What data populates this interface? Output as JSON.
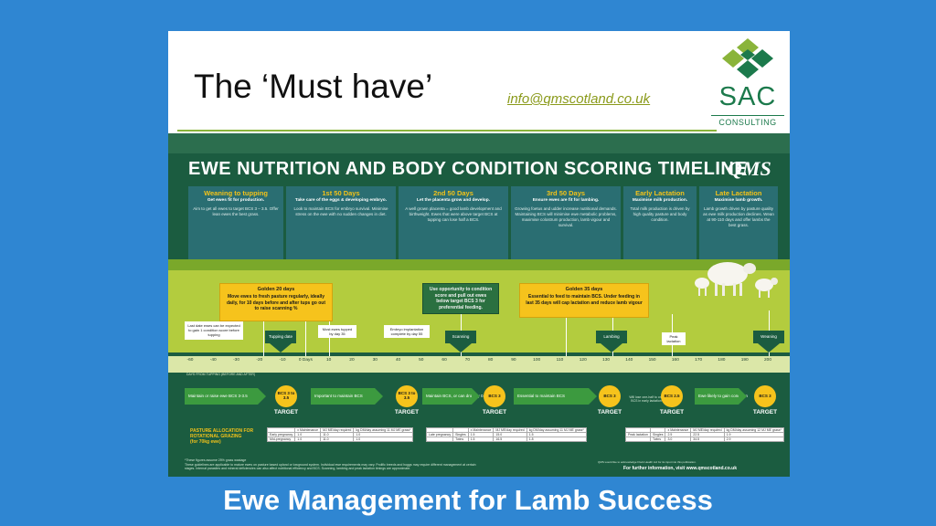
{
  "slide": {
    "title": "The ‘Must have’",
    "email": "info@qmscotland.co.uk",
    "logo": {
      "text": "SAC",
      "subtext": "CONSULTING",
      "colors": [
        "#1c7a4c",
        "#8ab43a"
      ]
    }
  },
  "poster": {
    "title": "EWE NUTRITION AND BODY CONDITION SCORING TIMELINE",
    "brand": "QMS",
    "phases": [
      {
        "title": "Weaning to tupping",
        "sub": "Get ewes fit for production.",
        "body": "Aim to get all ewes to target BCS 3 – 3.5. Offer lean ewes the best grass."
      },
      {
        "title": "1st 50 Days",
        "sub": "Take care of the eggs & developing embryo.",
        "body": "Look to maintain BCS for embryo survival. Minimise stress on the ewe with no sudden changes in diet."
      },
      {
        "title": "2nd 50 Days",
        "sub": "Let the placenta grow and develop.",
        "body": "A well grown placenta = good lamb development and birthweight. Ewes that were above target BCS at tupping can lose half a BCS."
      },
      {
        "title": "3rd 50 Days",
        "sub": "Ensure ewes are fit for lambing.",
        "body": "Growing foetus and udder increase nutritional demands. Maintaining BCS will minimise ewe metabolic problems, maximise colostrum production, lamb vigour and survival."
      },
      {
        "title": "Early Lactation",
        "sub": "Maximise milk production.",
        "body": "Total milk production is driven by high quality pasture and body condition."
      },
      {
        "title": "Late Lactation",
        "sub": "Maximise lamb growth.",
        "body": "Lamb growth driven by pasture quality as ewe milk production declines. Wean at 90-110 days and offer lambs the best grass."
      }
    ],
    "callouts": {
      "golden20": {
        "title": "Golden 20 days",
        "body": "Move ewes to fresh pasture regularly, ideally daily, for 10 days before and after tups go out to raise scanning %"
      },
      "scanning_use": {
        "body": "Use opportunity to condition score and pull out ewes below target BCS 3 for preferential feeding."
      },
      "golden35": {
        "title": "Golden 35 days",
        "body": "Essential to feed to maintain BCS. Under feeding in last 35 days will cap lactation and reduce lamb vigour"
      }
    },
    "timeline_labels": {
      "last_date": "Last date ewes can be expected to gain 1 condition score before tupping",
      "most_tupped": "Most ewes tupped by day 35",
      "embryo": "Embryo implantation complete by day 55",
      "peak": "Peak lactation"
    },
    "timeline_markers": {
      "tupping": "Tupping date",
      "scanning": "Scanning",
      "lambing": "Lambing",
      "weaning": "Weaning"
    },
    "axis": {
      "ticks": [
        "-60",
        "-40",
        "-30",
        "-20",
        "-10",
        "0 Days",
        "10",
        "20",
        "30",
        "40",
        "50",
        "60",
        "70",
        "80",
        "90",
        "100",
        "110",
        "120",
        "130",
        "140",
        "150",
        "160",
        "170",
        "180",
        "190",
        "200"
      ],
      "note": "DAYS FROM TUPPING (BEFORE AND AFTER)"
    },
    "bcs": {
      "arrows": [
        "Maintain or raise ewe BCS 3-3.5",
        "Important to maintain BCS",
        "Maintain BCS, or can drop by 0.5",
        "Essential to maintain BCS",
        "Ewe likely to gain condition"
      ],
      "circles": [
        "BCS 3 to 3.5",
        "BCS 3 to 3.5",
        "BCS 3",
        "BCS 3",
        "BCS 2.5",
        "BCS 3"
      ],
      "target": "TARGET",
      "note": "Will lose one-half to one BCS in early lactation"
    },
    "pasture": {
      "title": "PASTURE ALLOCATION FOR ROTATIONAL GRAZING",
      "subtitle": "(for 70kg ewe)",
      "table1": {
        "header": [
          "",
          "x Maintenance",
          "MJ ME/day required",
          "kg DM/day assuming 11 MJ ME grass*"
        ],
        "rows": [
          [
            "Early pregnancy",
            "1.0",
            "11.0",
            "1.0"
          ],
          [
            "Mid-pregnancy",
            "1.0",
            "11.0",
            "1.0"
          ]
        ]
      },
      "table2": {
        "header": [
          "",
          "",
          "x Maintenance",
          "MJ ME/day required",
          "kg DM/day assuming 11 MJ ME grass*"
        ],
        "rows": [
          [
            "Late pregnancy",
            "Singles",
            "1.5",
            "15.0",
            "1.5"
          ],
          [
            "",
            "Twins",
            "1.5",
            "16.5",
            "1.8"
          ]
        ]
      },
      "table3": {
        "header": [
          "",
          "",
          "x Maintenance",
          "MJ ME/day required",
          "kg DM/day assuming 12 MJ ME grass*"
        ],
        "rows": [
          [
            "Peak lactation",
            "Singles",
            "2.5",
            "22.5",
            "1.9"
          ],
          [
            "",
            "Twins",
            "3.0",
            "34.5",
            "2.9"
          ]
        ]
      },
      "footnote": "*These figures assume 25% grass wastage",
      "guidance": "These guidelines are applicable to mature ewes on pasture based upland or lowground system. Individual ewe requirements may vary. Prolific breeds and hoggs may require different management at certain stages. Internal parasites and mineral deficiencies can also affect nutritional efficiency and BCS. Scanning, lambing and peak lactation timings are approximate.",
      "credit": "QMS would like to acknowledge Flock Health Ltd for its input into this publication."
    },
    "footer_info": "For further information, visit www.qmscotland.co.uk"
  },
  "caption": "Ewe Management for Lamb Success"
}
